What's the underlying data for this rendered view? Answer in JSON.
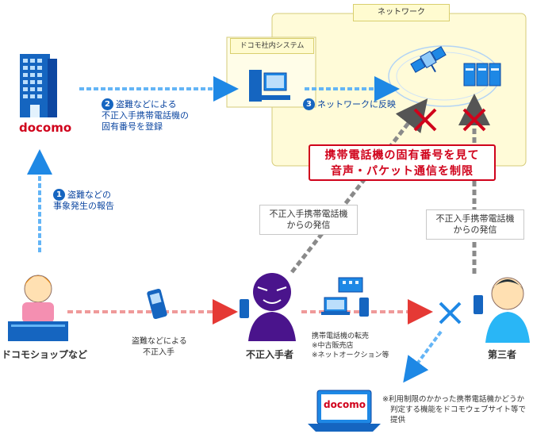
{
  "network": {
    "title": "ネットワーク"
  },
  "docomo_system": {
    "title": "ドコモ社内システム"
  },
  "company": {
    "logo_text": "docomo"
  },
  "steps": [
    {
      "number": "1",
      "line1": "盗難などの",
      "line2": "事象発生の報告"
    },
    {
      "number": "2",
      "line1": "盗難などによる",
      "line2": "不正入手携帯電話機の",
      "line3": "固有番号を登録"
    },
    {
      "number": "3",
      "line1": "ネットワークに反映"
    }
  ],
  "restriction": {
    "line1": "携帯電話機の固有番号を見て",
    "line2": "音声・パケット通信を制限"
  },
  "call_labels": [
    {
      "line1": "不正入手携帯電話機",
      "line2": "からの発信"
    },
    {
      "line1": "不正入手携帯電話機",
      "line2": "からの発信"
    }
  ],
  "actors": {
    "shop": "ドコモショップなど",
    "illicit": "不正入手者",
    "third": "第三者"
  },
  "theft": {
    "line1": "盗難などによる",
    "line2": "不正入手"
  },
  "resale": {
    "line1": "携帯電話機の転売",
    "line2": "※中古販売店",
    "line3": "※ネットオークション等"
  },
  "notice": {
    "logo_text": "docomo",
    "line1": "※利用制限のかかった携帯電話機かどうか",
    "line2": "判定する機能をドコモウェブサイト等で",
    "line3": "提供"
  },
  "colors": {
    "accent_blue": "#1565c0",
    "alert_red": "#d0021b",
    "network_bg": "#fffbd0"
  }
}
